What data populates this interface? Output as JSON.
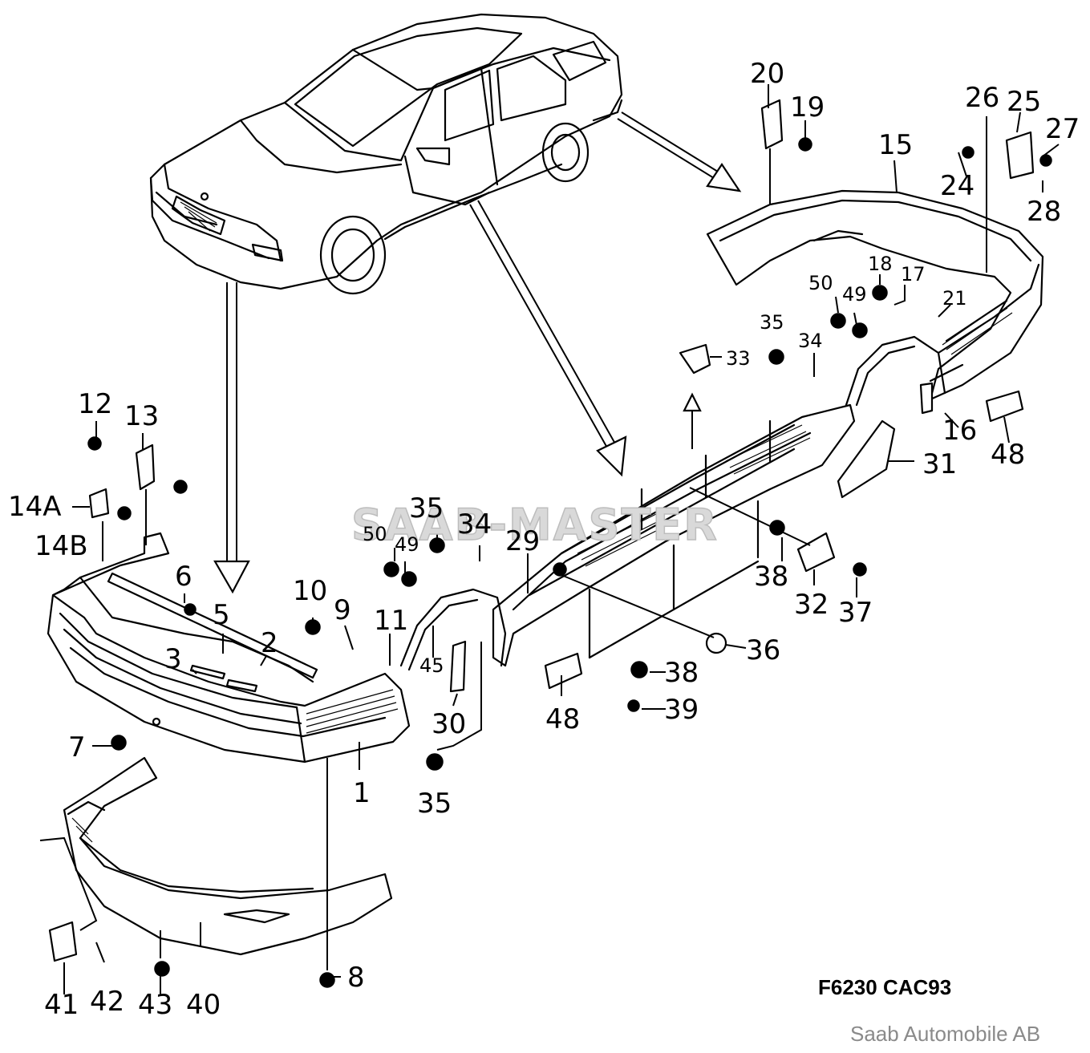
{
  "watermark": "SAAB-MASTER",
  "diagram_code": "F6230 CAC93",
  "copyright": "Saab Automobile AB",
  "callouts": [
    {
      "id": "c1",
      "label": "1"
    },
    {
      "id": "c2",
      "label": "2"
    },
    {
      "id": "c3",
      "label": "3"
    },
    {
      "id": "c5",
      "label": "5"
    },
    {
      "id": "c6",
      "label": "6"
    },
    {
      "id": "c7",
      "label": "7"
    },
    {
      "id": "c8",
      "label": "8"
    },
    {
      "id": "c9",
      "label": "9"
    },
    {
      "id": "c10",
      "label": "10"
    },
    {
      "id": "c11",
      "label": "11"
    },
    {
      "id": "c12",
      "label": "12"
    },
    {
      "id": "c13",
      "label": "13"
    },
    {
      "id": "c14a",
      "label": "14A"
    },
    {
      "id": "c14b",
      "label": "14B"
    },
    {
      "id": "c15",
      "label": "15"
    },
    {
      "id": "c16",
      "label": "16"
    },
    {
      "id": "c17",
      "label": "17"
    },
    {
      "id": "c18",
      "label": "18"
    },
    {
      "id": "c19",
      "label": "19"
    },
    {
      "id": "c20",
      "label": "20"
    },
    {
      "id": "c21",
      "label": "21"
    },
    {
      "id": "c24",
      "label": "24"
    },
    {
      "id": "c25",
      "label": "25"
    },
    {
      "id": "c26",
      "label": "26"
    },
    {
      "id": "c27",
      "label": "27"
    },
    {
      "id": "c28",
      "label": "28"
    },
    {
      "id": "c29",
      "label": "29"
    },
    {
      "id": "c30",
      "label": "30"
    },
    {
      "id": "c31",
      "label": "31"
    },
    {
      "id": "c32",
      "label": "32"
    },
    {
      "id": "c33",
      "label": "33"
    },
    {
      "id": "c34a",
      "label": "34"
    },
    {
      "id": "c34b",
      "label": "34"
    },
    {
      "id": "c35a",
      "label": "35"
    },
    {
      "id": "c35b",
      "label": "35"
    },
    {
      "id": "c35c",
      "label": "35"
    },
    {
      "id": "c36",
      "label": "36"
    },
    {
      "id": "c37",
      "label": "37"
    },
    {
      "id": "c38a",
      "label": "38"
    },
    {
      "id": "c38b",
      "label": "38"
    },
    {
      "id": "c39",
      "label": "39"
    },
    {
      "id": "c40",
      "label": "40"
    },
    {
      "id": "c41",
      "label": "41"
    },
    {
      "id": "c42",
      "label": "42"
    },
    {
      "id": "c43",
      "label": "43"
    },
    {
      "id": "c45",
      "label": "45"
    },
    {
      "id": "c48a",
      "label": "48"
    },
    {
      "id": "c48b",
      "label": "48"
    },
    {
      "id": "c49a",
      "label": "49"
    },
    {
      "id": "c49b",
      "label": "49"
    },
    {
      "id": "c50a",
      "label": "50"
    },
    {
      "id": "c50b",
      "label": "50"
    }
  ]
}
